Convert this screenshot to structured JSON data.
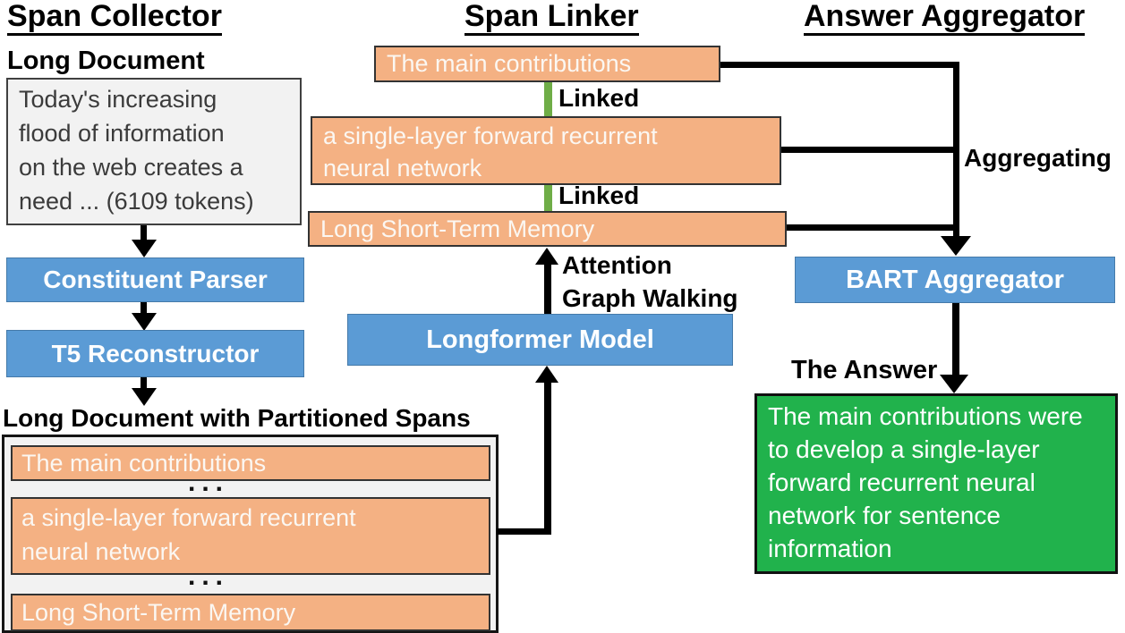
{
  "colors": {
    "orange": "#F4B183",
    "blue": "#5B9BD5",
    "green_box": "#21B24C",
    "link_green": "#6FAD47",
    "gray_fill": "#F2F2F2"
  },
  "span_collector": {
    "title": "Span Collector",
    "long_document_label": "Long Document",
    "long_document_text": "Today's increasing\nflood of information\non the web creates a\nneed ... (6109 tokens)",
    "constituent_parser_label": "Constituent Parser",
    "t5_reconstructor_label": "T5 Reconstructor",
    "partitioned_label": "Long Document with Partitioned Spans",
    "ellipsis": "...",
    "spans": [
      "The main contributions",
      "a single-layer forward recurrent\nneural network",
      "Long Short-Term Memory"
    ]
  },
  "span_linker": {
    "title": "Span Linker",
    "spans": [
      "The main contributions",
      "a single-layer forward recurrent\nneural network",
      "Long Short-Term Memory"
    ],
    "linked_label_1": "Linked",
    "linked_label_2": "Linked",
    "attention_label": "Attention\nGraph Walking",
    "longformer_label": "Longformer Model"
  },
  "answer_aggregator": {
    "title": "Answer Aggregator",
    "aggregating_label": "Aggregating",
    "bart_label": "BART Aggregator",
    "answer_label": "The Answer",
    "answer_text": "The main contributions were\nto develop a single-layer\nforward recurrent neural\nnetwork for sentence\ninformation"
  }
}
